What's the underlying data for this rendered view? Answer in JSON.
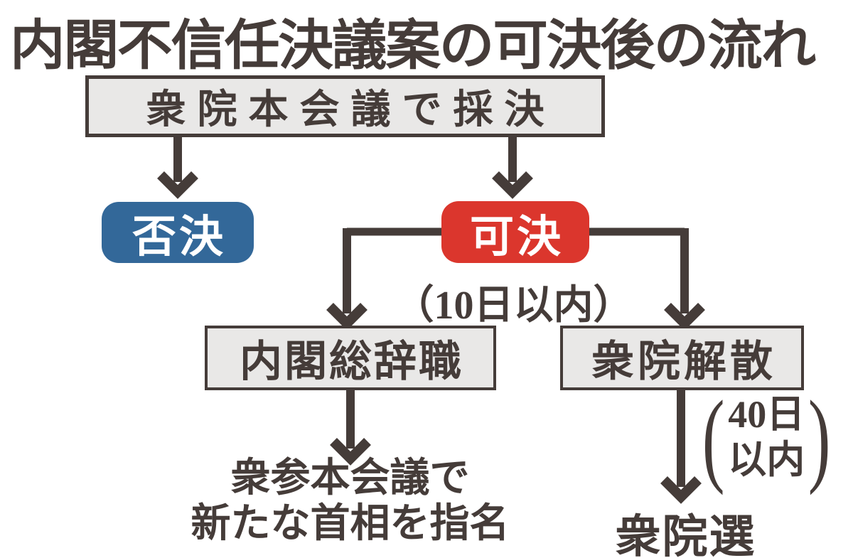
{
  "title": "内閣不信任決議案の可決後の流れ",
  "colors": {
    "dark": "#453C39",
    "box_fill": "#E9E8E7",
    "blue": "#336899",
    "red": "#DB362D",
    "white": "#FFFFFF",
    "bg": "#FFFFFF"
  },
  "nodes": {
    "vote": "衆院本会議で採決",
    "rejected": "否決",
    "passed": "可決",
    "resignation": "内閣総辞職",
    "dissolution": "衆院解散",
    "nominate_line1": "衆参本会議で",
    "nominate_line2": "新たな首相を指名",
    "election": "衆院選"
  },
  "annotations": {
    "within_10_days": "（10日以内）",
    "within_40_days_line1": "40日",
    "within_40_days_line2": "以内",
    "paren_open": "(",
    "paren_close": ")"
  }
}
